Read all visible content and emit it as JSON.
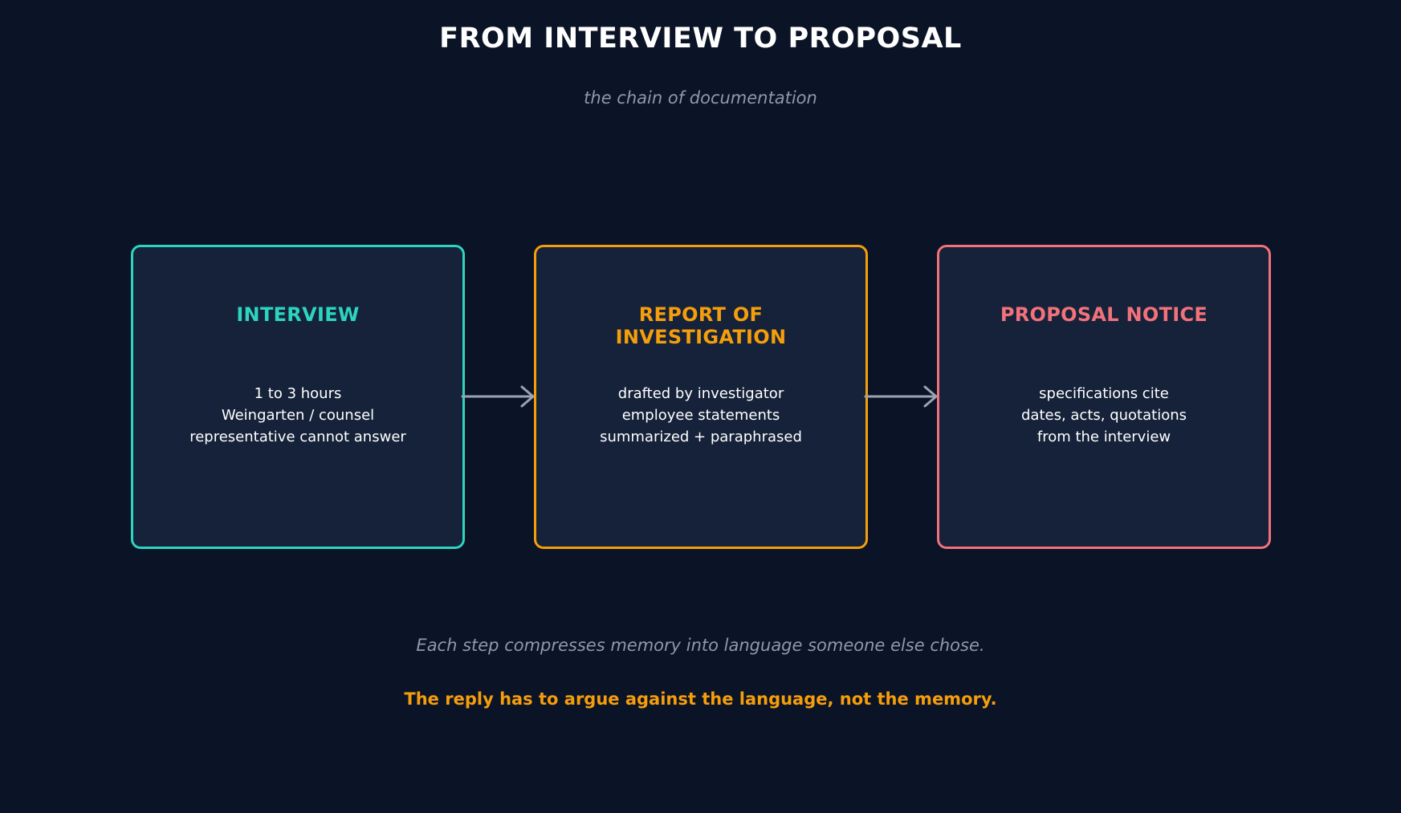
{
  "title": "FROM INTERVIEW TO PROPOSAL",
  "subtitle": "the chain of documentation",
  "steps": [
    {
      "title_lines": [
        "INTERVIEW"
      ],
      "body_lines": [
        "1 to 3 hours",
        "Weingarten / counsel",
        "representative cannot answer"
      ],
      "color": "#2dd4bf"
    },
    {
      "title_lines": [
        "REPORT OF",
        "INVESTIGATION"
      ],
      "body_lines": [
        "drafted by investigator",
        "employee statements",
        "summarized + paraphrased"
      ],
      "color": "#f59e0b"
    },
    {
      "title_lines": [
        "PROPOSAL NOTICE"
      ],
      "body_lines": [
        "specifications cite",
        "dates, acts, quotations",
        "from the interview"
      ],
      "color": "#f2727b"
    }
  ],
  "arrow_color": "#9aa3b2",
  "footer": {
    "note": "Each step compresses memory into language someone else chose.",
    "emphasis": "The reply has to argue against the language, not the memory.",
    "emphasis_color": "#f59e0b"
  }
}
